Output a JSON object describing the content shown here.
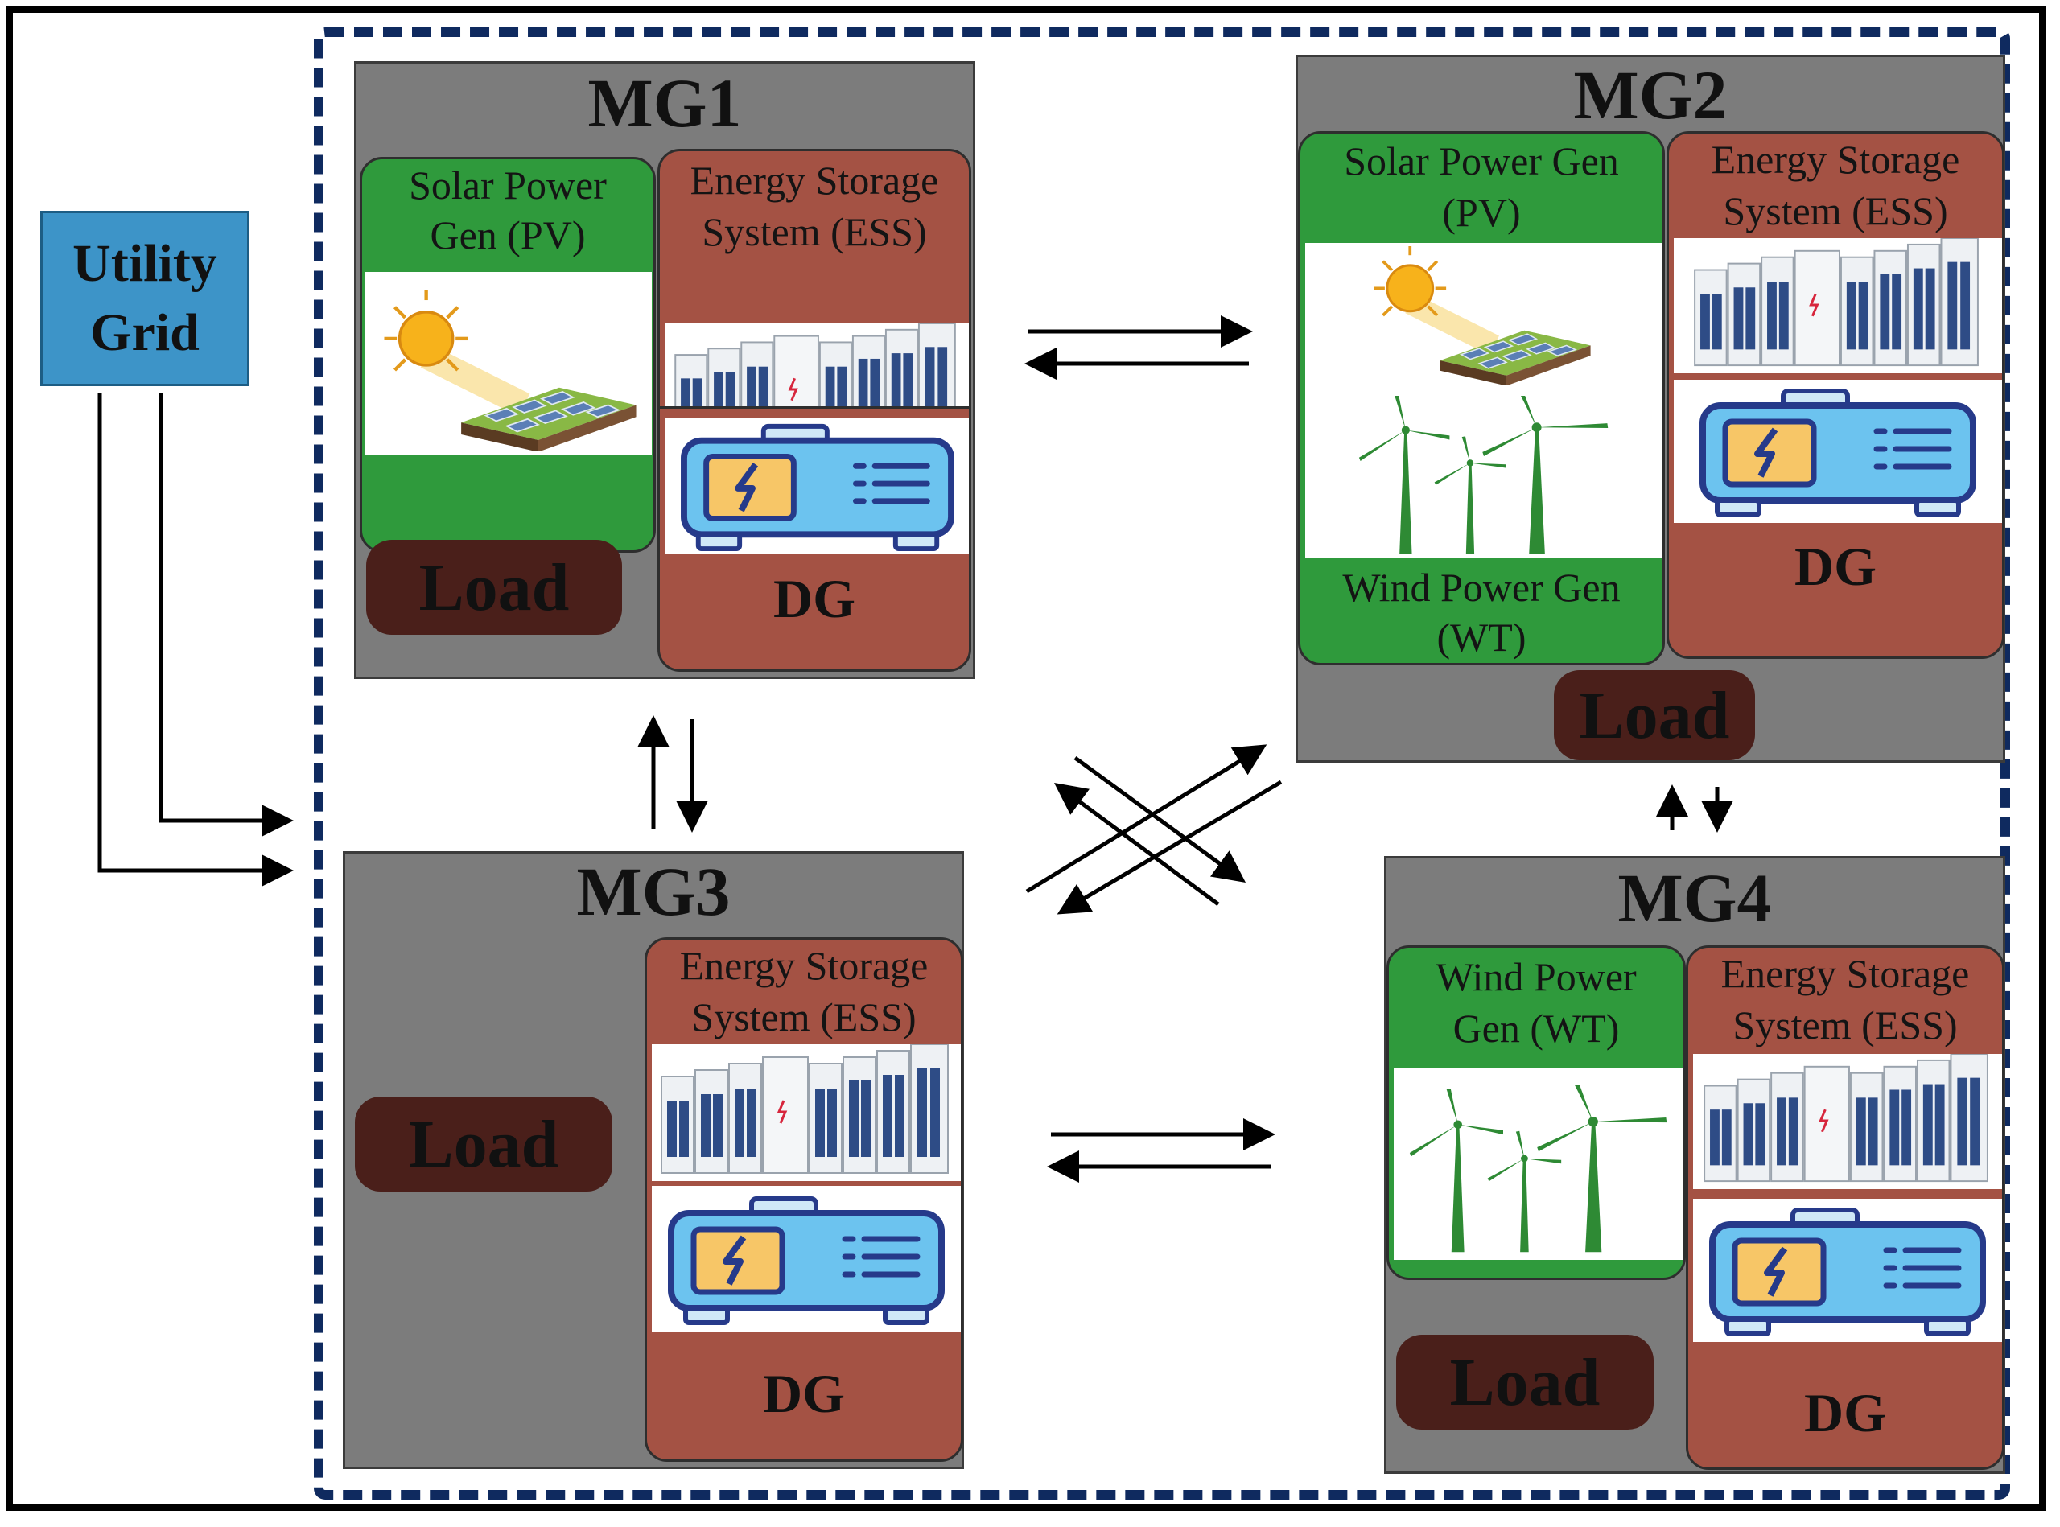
{
  "utility_grid": {
    "line1": "Utility",
    "line2": "Grid"
  },
  "labels": {
    "mg1": "MG1",
    "mg2": "MG2",
    "mg3": "MG3",
    "mg4": "MG4",
    "pv_l1": "Solar Power",
    "pv_l2": "Gen (PV)",
    "pv2_l1": "Solar Power Gen",
    "pv2_l2": "(PV)",
    "ess_l1": "Energy Storage",
    "ess_l2": "System (ESS)",
    "wt2_l1": "Wind Power Gen",
    "wt2_l2": "(WT)",
    "wt4_l1": "Wind Power",
    "wt4_l2": "Gen (WT)",
    "dg": "DG",
    "load": "Load"
  },
  "colors": {
    "microgrid_bg": "#7c7c7c",
    "generation_green": "#2f9a3c",
    "storage_red": "#a45244",
    "load_brown": "#4a1f1a",
    "utility_blue": "#3d94c8",
    "boundary_navy": "#0f2a5f"
  },
  "icons": {
    "pv": "solar-panel-icon",
    "wt": "wind-turbine-icon",
    "ess": "battery-rack-icon",
    "dg": "generator-icon"
  }
}
